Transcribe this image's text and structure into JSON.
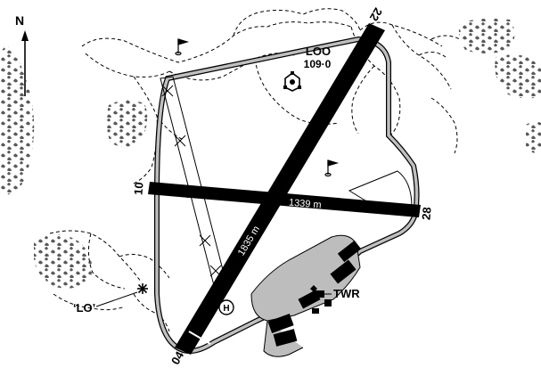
{
  "north_label": "N",
  "vor": {
    "ident": "LOO",
    "frequency": "109·0"
  },
  "runways": {
    "r04_22": {
      "end_a": "04",
      "end_b": "22",
      "length": "1835 m"
    },
    "r10_28": {
      "end_a": "10",
      "end_b": "28",
      "length": "1339 m"
    }
  },
  "tower_label": "TWR",
  "beacon_label": "‘LO’",
  "helipad_label": "H",
  "colors": {
    "runway": "#000000",
    "taxiway": "#bfbfbf",
    "apron": "#bdbdbd",
    "line": "#000000",
    "background": "#ffffff"
  }
}
